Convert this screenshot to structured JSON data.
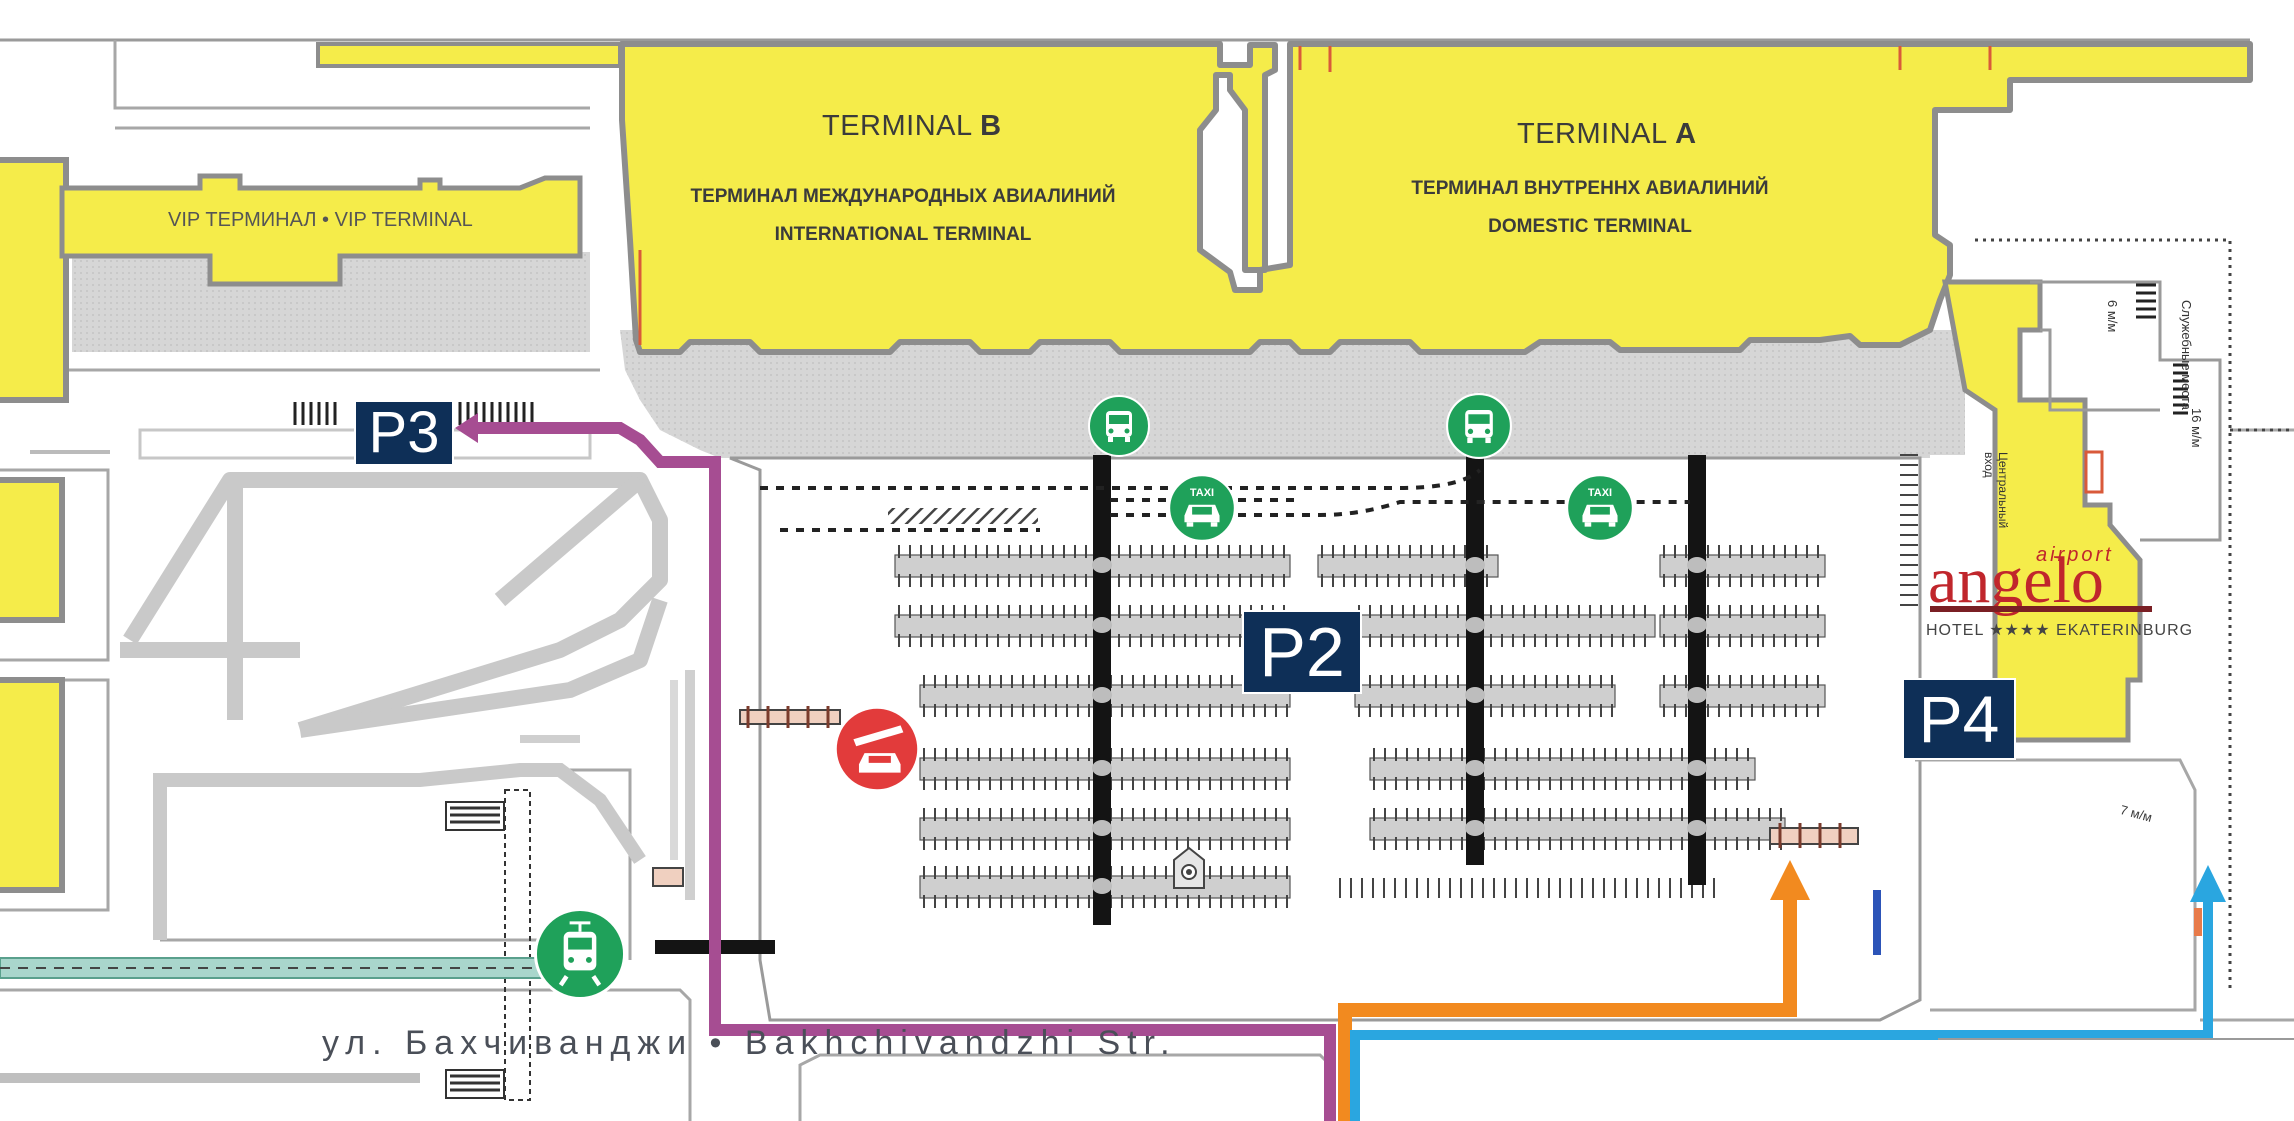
{
  "terminal_b": {
    "title": "TERMINAL",
    "letter": "B",
    "ru": "ТЕРМИНАЛ МЕЖДУНАРОДНЫХ АВИАЛИНИЙ",
    "en": "INTERNATIONAL TERMINAL"
  },
  "terminal_a": {
    "title": "TERMINAL",
    "letter": "A",
    "ru": "ТЕРМИНАЛ ВНУТРЕННХ АВИАЛИНИЙ",
    "en": "DOMESTIC TERMINAL"
  },
  "vip_label": "VIP ТЕРМИНАЛ • VIP TERMINAL",
  "parking": {
    "p2": "P2",
    "p3": "P3",
    "p4": "P4"
  },
  "street_label": "ул. Бахчиванджи • Bakhchivandzhi Str.",
  "hotel": {
    "top": "airport",
    "brand": "angelo",
    "subtitle": "HOTEL ★★★★ EKATERINBURG"
  },
  "icons": {
    "bus": "bus-icon",
    "taxi": "taxi-icon",
    "tram": "tram-icon",
    "barrier": "parking-barrier-icon",
    "cashier": "parking-cashier-icon"
  },
  "taxi_text": "TAXI",
  "small_labels": {
    "service": "Служебные места",
    "central": "Центральный вход",
    "metric1": "6 м/м",
    "metric2": "16 м/м",
    "metric3": "7 м/м"
  },
  "colors": {
    "terminal": "#f5ec4a",
    "terminal_border": "#8d8d8d",
    "route_p3": "#a64d92",
    "route_orange": "#f28a1f",
    "route_blue": "#2aa6e0",
    "parking_sign": "#0e2f57",
    "icon_green": "#1fa15a",
    "icon_red": "#e23b3b",
    "tram_line": "#a9d6cc"
  }
}
